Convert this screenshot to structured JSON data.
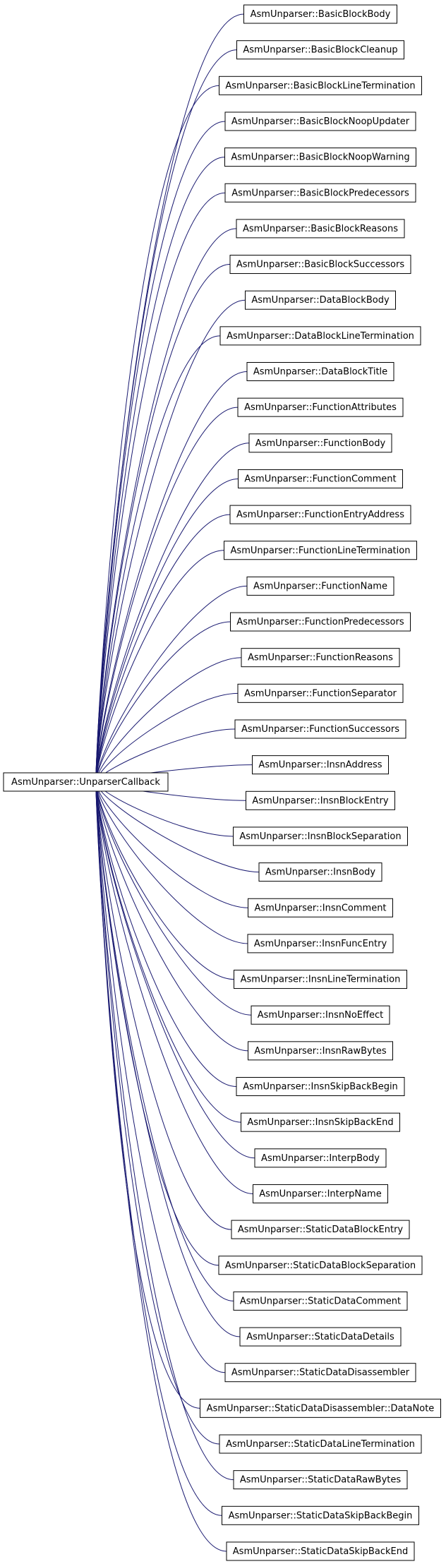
{
  "diagram": {
    "base_class": "AsmUnparser::UnparserCallback",
    "derived_classes": [
      "AsmUnparser::BasicBlockBody",
      "AsmUnparser::BasicBlockCleanup",
      "AsmUnparser::BasicBlockLineTermination",
      "AsmUnparser::BasicBlockNoopUpdater",
      "AsmUnparser::BasicBlockNoopWarning",
      "AsmUnparser::BasicBlockPredecessors",
      "AsmUnparser::BasicBlockReasons",
      "AsmUnparser::BasicBlockSuccessors",
      "AsmUnparser::DataBlockBody",
      "AsmUnparser::DataBlockLineTermination",
      "AsmUnparser::DataBlockTitle",
      "AsmUnparser::FunctionAttributes",
      "AsmUnparser::FunctionBody",
      "AsmUnparser::FunctionComment",
      "AsmUnparser::FunctionEntryAddress",
      "AsmUnparser::FunctionLineTermination",
      "AsmUnparser::FunctionName",
      "AsmUnparser::FunctionPredecessors",
      "AsmUnparser::FunctionReasons",
      "AsmUnparser::FunctionSeparator",
      "AsmUnparser::FunctionSuccessors",
      "AsmUnparser::InsnAddress",
      "AsmUnparser::InsnBlockEntry",
      "AsmUnparser::InsnBlockSeparation",
      "AsmUnparser::InsnBody",
      "AsmUnparser::InsnComment",
      "AsmUnparser::InsnFuncEntry",
      "AsmUnparser::InsnLineTermination",
      "AsmUnparser::InsnNoEffect",
      "AsmUnparser::InsnRawBytes",
      "AsmUnparser::InsnSkipBackBegin",
      "AsmUnparser::InsnSkipBackEnd",
      "AsmUnparser::InterpBody",
      "AsmUnparser::InterpName",
      "AsmUnparser::StaticDataBlockEntry",
      "AsmUnparser::StaticDataBlockSeparation",
      "AsmUnparser::StaticDataComment",
      "AsmUnparser::StaticDataDetails",
      "AsmUnparser::StaticDataDisassembler",
      "AsmUnparser::StaticDataDisassembler::DataNote",
      "AsmUnparser::StaticDataLineTermination",
      "AsmUnparser::StaticDataRawBytes",
      "AsmUnparser::StaticDataSkipBackBegin",
      "AsmUnparser::StaticDataSkipBackEnd"
    ],
    "colors": {
      "edge": "#191970",
      "node_border": "#000000",
      "node_fill": "#ffffff"
    }
  }
}
